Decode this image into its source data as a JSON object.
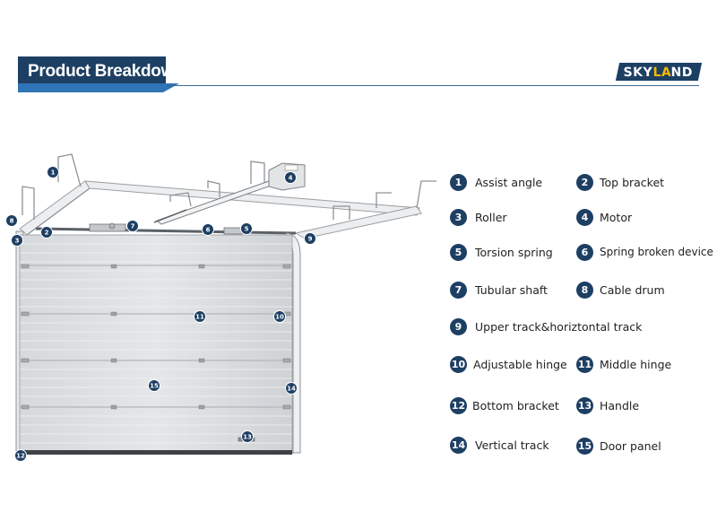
{
  "header": {
    "title": "Product Breakdown",
    "brand_prefix": "SKY",
    "brand_accent": "LA",
    "brand_suffix": "ND"
  },
  "colors": {
    "navy": "#1d3f63",
    "blue": "#2e74b6",
    "accent": "#f5b800"
  },
  "legend": [
    {
      "num": "1",
      "label": "Assist angle"
    },
    {
      "num": "2",
      "label": "Top bracket"
    },
    {
      "num": "3",
      "label": "Roller"
    },
    {
      "num": "4",
      "label": "Motor"
    },
    {
      "num": "5",
      "label": "Torsion spring"
    },
    {
      "num": "6",
      "label": "Spring broken device"
    },
    {
      "num": "7",
      "label": "Tubular shaft"
    },
    {
      "num": "8",
      "label": "Cable drum"
    },
    {
      "num": "9",
      "label": "Upper track&horiztontal track"
    },
    {
      "num": "10",
      "label": "Adjustable hinge"
    },
    {
      "num": "11",
      "label": "Middle hinge"
    },
    {
      "num": "12",
      "label": "Bottom bracket"
    },
    {
      "num": "13",
      "label": "Handle"
    },
    {
      "num": "14",
      "label": "Vertical track"
    },
    {
      "num": "15",
      "label": "Door panel"
    }
  ],
  "callouts": [
    "1",
    "2",
    "3",
    "4",
    "5",
    "6",
    "7",
    "8",
    "9",
    "10",
    "11",
    "12",
    "13",
    "14",
    "15"
  ]
}
